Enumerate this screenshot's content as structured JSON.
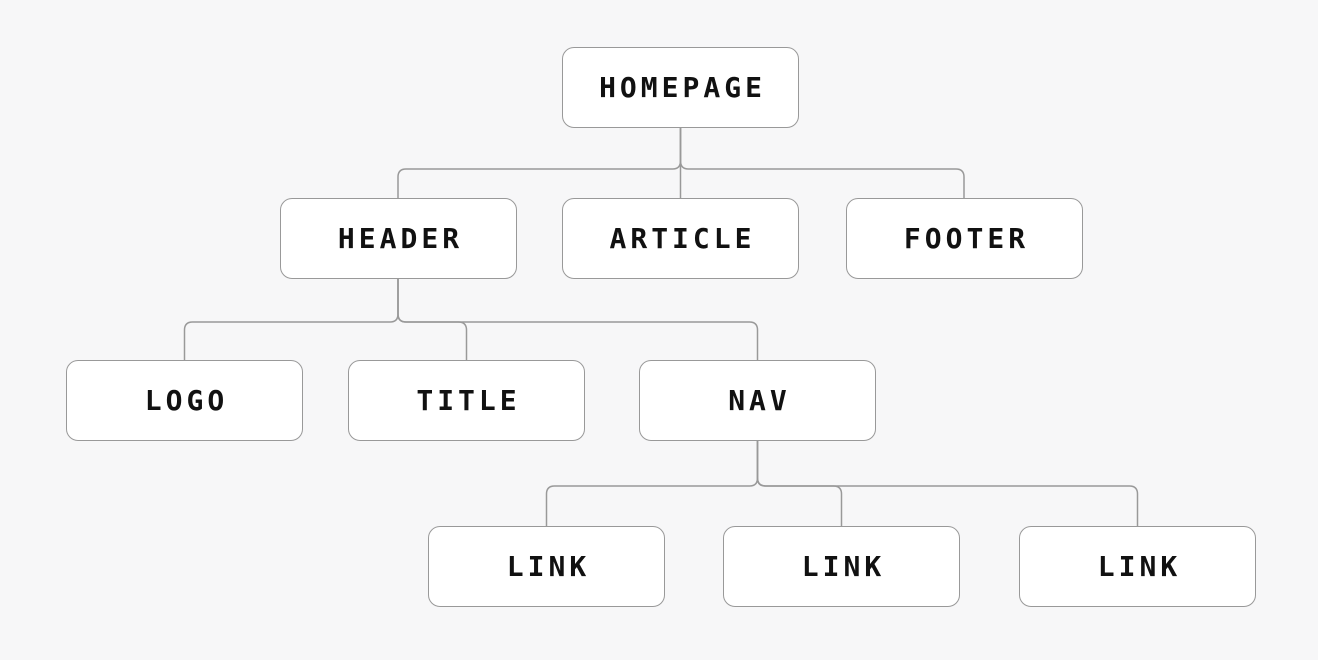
{
  "diagram": {
    "type": "tree",
    "description": "Website structure tree diagram",
    "colors": {
      "background": "#f7f7f8",
      "node_fill": "#ffffff",
      "node_border": "#999999",
      "connector": "#999999",
      "text": "#111111"
    },
    "nodes": [
      {
        "id": "homepage",
        "label": "HOMEPAGE",
        "parent": null
      },
      {
        "id": "header",
        "label": "HEADER",
        "parent": "homepage"
      },
      {
        "id": "article",
        "label": "ARTICLE",
        "parent": "homepage"
      },
      {
        "id": "footer",
        "label": "FOOTER",
        "parent": "homepage"
      },
      {
        "id": "logo",
        "label": "LOGO",
        "parent": "header"
      },
      {
        "id": "title",
        "label": "TITLE",
        "parent": "header"
      },
      {
        "id": "nav",
        "label": "NAV",
        "parent": "header"
      },
      {
        "id": "link-1",
        "label": "LINK",
        "parent": "nav"
      },
      {
        "id": "link-2",
        "label": "LINK",
        "parent": "nav"
      },
      {
        "id": "link-3",
        "label": "LINK",
        "parent": "nav"
      }
    ]
  }
}
